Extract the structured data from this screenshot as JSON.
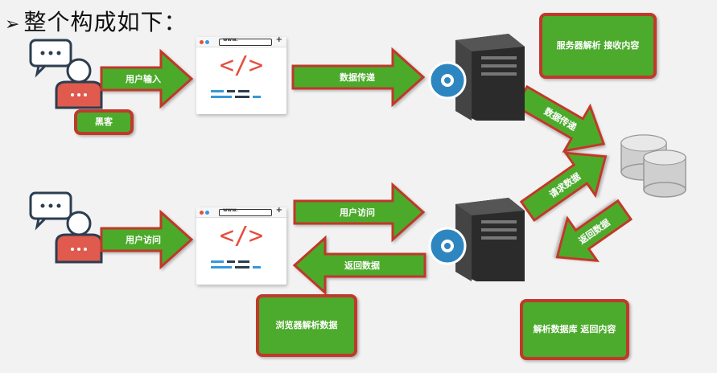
{
  "title": "整个构成如下：",
  "arrows": {
    "user_input": "用户输入",
    "data_transfer": "数据传递",
    "data_transfer_db": "数据传递",
    "user_access": "用户访问",
    "user_access_server": "用户访问",
    "return_data": "返回数据",
    "request_data": "请求数据",
    "return_data_db": "返回数据"
  },
  "labels": {
    "hacker": "黑客",
    "server_parse": "服务器解析 接收内容",
    "browser_parse": "浏览器解析数据",
    "db_parse": "解析数据库 返回内容"
  },
  "browser": {
    "url": "www.",
    "code": "</>"
  },
  "colors": {
    "green": "#4caa2c",
    "red": "#c0392b",
    "person_red": "#e05a4e",
    "gear_blue": "#2e86c1"
  }
}
